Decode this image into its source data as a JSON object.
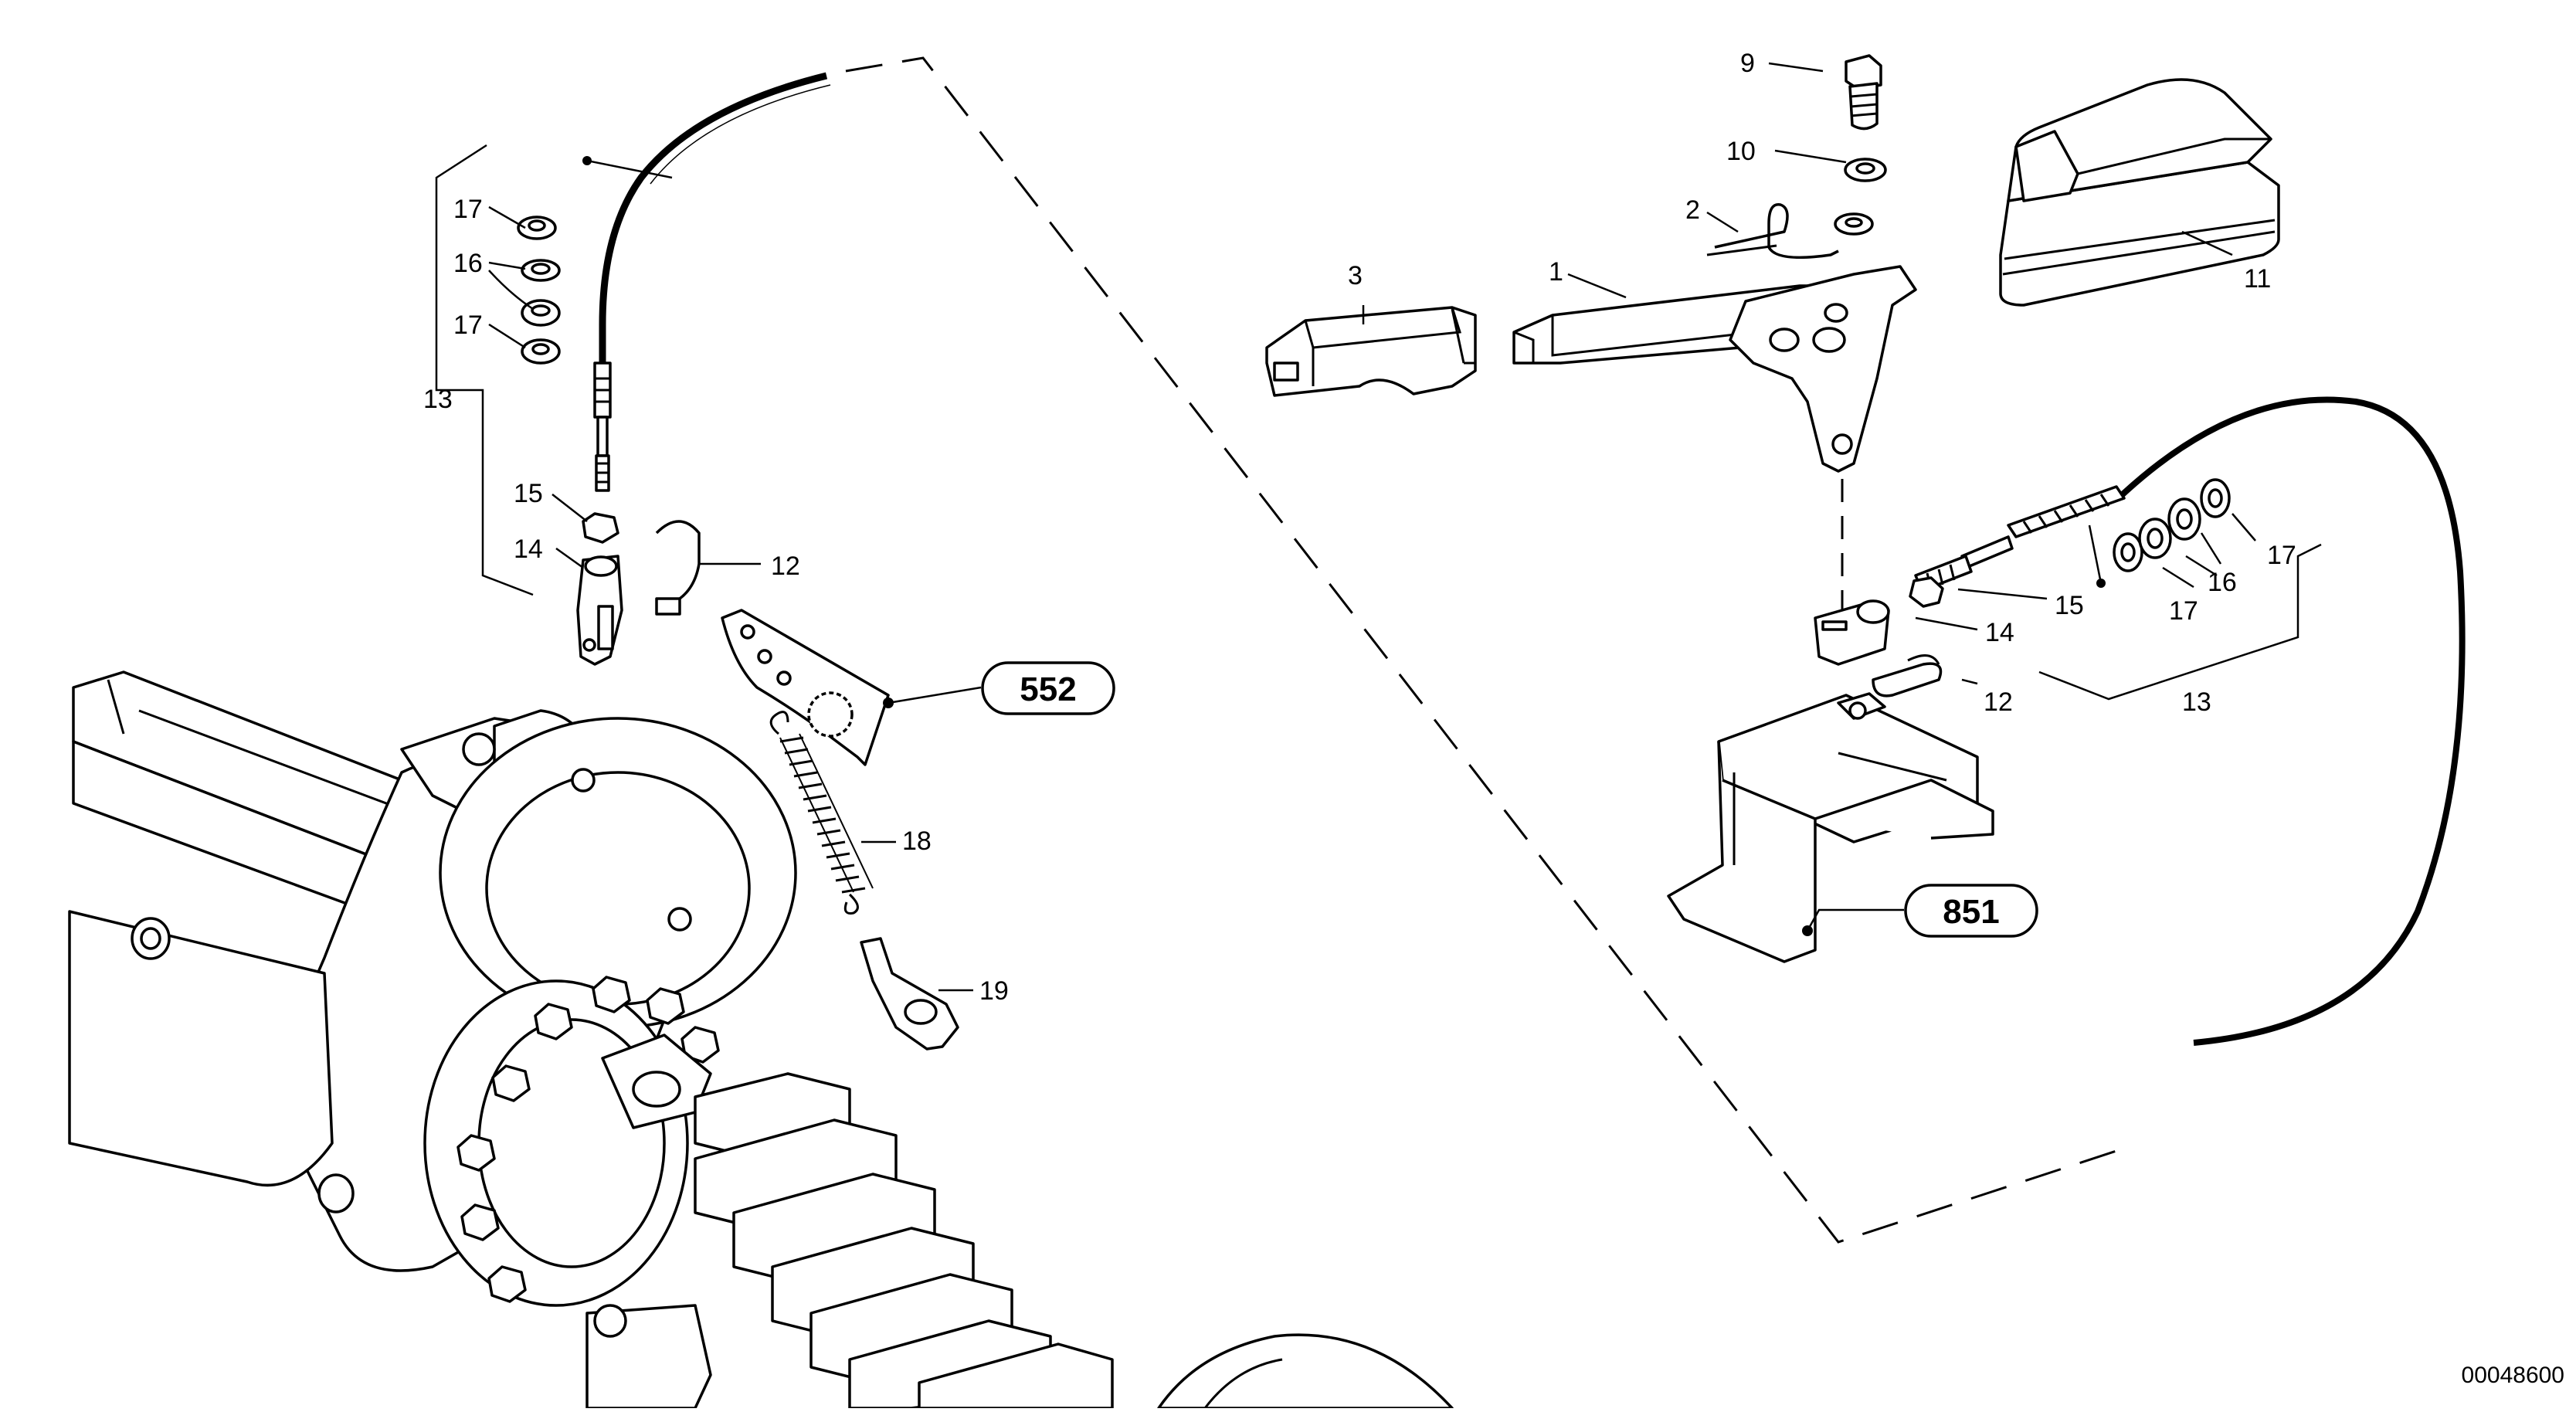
{
  "drawing": {
    "number": "00048600"
  },
  "callouts": [
    {
      "id": "c-1",
      "text": "1"
    },
    {
      "id": "c-2",
      "text": "2"
    },
    {
      "id": "c-3",
      "text": "3"
    },
    {
      "id": "c-9",
      "text": "9"
    },
    {
      "id": "c-10",
      "text": "10"
    },
    {
      "id": "c-11",
      "text": "11"
    },
    {
      "id": "c-12-left",
      "text": "12"
    },
    {
      "id": "c-12-right",
      "text": "12"
    },
    {
      "id": "c-13-left",
      "text": "13"
    },
    {
      "id": "c-13-right",
      "text": "13"
    },
    {
      "id": "c-14-left",
      "text": "14"
    },
    {
      "id": "c-14-right",
      "text": "14"
    },
    {
      "id": "c-15-left",
      "text": "15"
    },
    {
      "id": "c-15-right",
      "text": "15"
    },
    {
      "id": "c-16-left",
      "text": "16"
    },
    {
      "id": "c-16-right",
      "text": "16"
    },
    {
      "id": "c-17-left-top",
      "text": "17"
    },
    {
      "id": "c-17-left-bottom",
      "text": "17"
    },
    {
      "id": "c-17-right-a",
      "text": "17"
    },
    {
      "id": "c-17-right-b",
      "text": "17"
    },
    {
      "id": "c-18",
      "text": "18"
    },
    {
      "id": "c-19",
      "text": "19"
    }
  ],
  "references": [
    {
      "id": "ref-552",
      "text": "552"
    },
    {
      "id": "ref-851",
      "text": "851"
    }
  ]
}
